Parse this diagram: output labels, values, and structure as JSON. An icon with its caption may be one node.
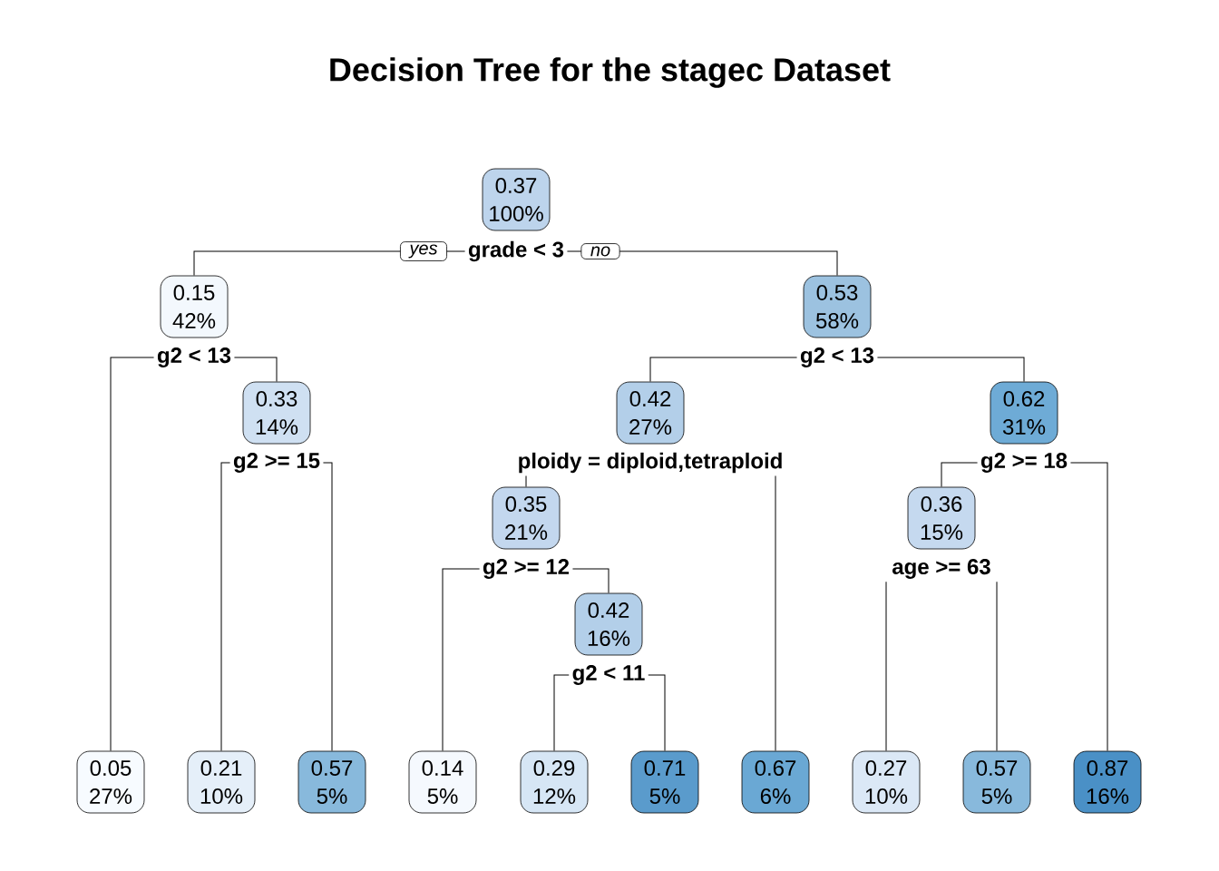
{
  "diagram": {
    "title": "Decision Tree for the stagec Dataset",
    "nodes": [
      {
        "text": [
          "0.37",
          "100%"
        ]
      },
      {
        "text": [
          "grade < 3"
        ]
      },
      {
        "text": [
          "0.15",
          "42%"
        ]
      },
      {
        "text": [
          "0.53",
          "58%"
        ]
      },
      {
        "text": [
          "g2 < 13"
        ]
      },
      {
        "text": [
          "g2 < 13"
        ]
      },
      {
        "text": [
          "0.33",
          "14%"
        ]
      },
      {
        "text": [
          "0.42",
          "27%"
        ]
      },
      {
        "text": [
          "0.62",
          "31%"
        ]
      },
      {
        "text": [
          "g2 >= 15"
        ]
      },
      {
        "text": [
          "ploidy = diploid,tetraploid"
        ]
      },
      {
        "text": [
          "g2 >= 18"
        ]
      },
      {
        "text": [
          "0.35",
          "21%"
        ]
      },
      {
        "text": [
          "0.36",
          "15%"
        ]
      },
      {
        "text": [
          "g2 >= 12"
        ]
      },
      {
        "text": [
          "age >= 63"
        ]
      },
      {
        "text": [
          "0.42",
          "16%"
        ]
      },
      {
        "text": [
          "g2 < 11"
        ]
      },
      {
        "text": [
          "0.05",
          "27%"
        ]
      },
      {
        "text": [
          "0.21",
          "10%"
        ]
      },
      {
        "text": [
          "0.57",
          "5%"
        ]
      },
      {
        "text": [
          "0.14",
          "5%"
        ]
      },
      {
        "text": [
          "0.29",
          "12%"
        ]
      },
      {
        "text": [
          "0.71",
          "5%"
        ]
      },
      {
        "text": [
          "0.67",
          "6%"
        ]
      },
      {
        "text": [
          "0.27",
          "10%"
        ]
      },
      {
        "text": [
          "0.57",
          "5%"
        ]
      },
      {
        "text": [
          "0.87",
          "16%"
        ]
      }
    ],
    "edges": [
      {
        "from": 1,
        "to": 2,
        "arrow": "none",
        "label": "yes"
      },
      {
        "from": 1,
        "to": 3,
        "arrow": "none",
        "label": "no"
      },
      {
        "from": 4,
        "to": 18,
        "arrow": "none"
      },
      {
        "from": 4,
        "to": 6,
        "arrow": "none"
      },
      {
        "from": 5,
        "to": 7,
        "arrow": "none"
      },
      {
        "from": 5,
        "to": 8,
        "arrow": "none"
      },
      {
        "from": 9,
        "to": 19,
        "arrow": "none"
      },
      {
        "from": 9,
        "to": 20,
        "arrow": "none"
      },
      {
        "from": 10,
        "to": 12,
        "arrow": "none"
      },
      {
        "from": 10,
        "to": 24,
        "arrow": "none"
      },
      {
        "from": 11,
        "to": 13,
        "arrow": "none"
      },
      {
        "from": 11,
        "to": 27,
        "arrow": "none"
      },
      {
        "from": 14,
        "to": 21,
        "arrow": "none"
      },
      {
        "from": 14,
        "to": 16,
        "arrow": "none"
      },
      {
        "from": 15,
        "to": 25,
        "arrow": "none"
      },
      {
        "from": 15,
        "to": 26,
        "arrow": "none"
      },
      {
        "from": 17,
        "to": 22,
        "arrow": "none"
      },
      {
        "from": 17,
        "to": 23,
        "arrow": "none"
      }
    ]
  }
}
